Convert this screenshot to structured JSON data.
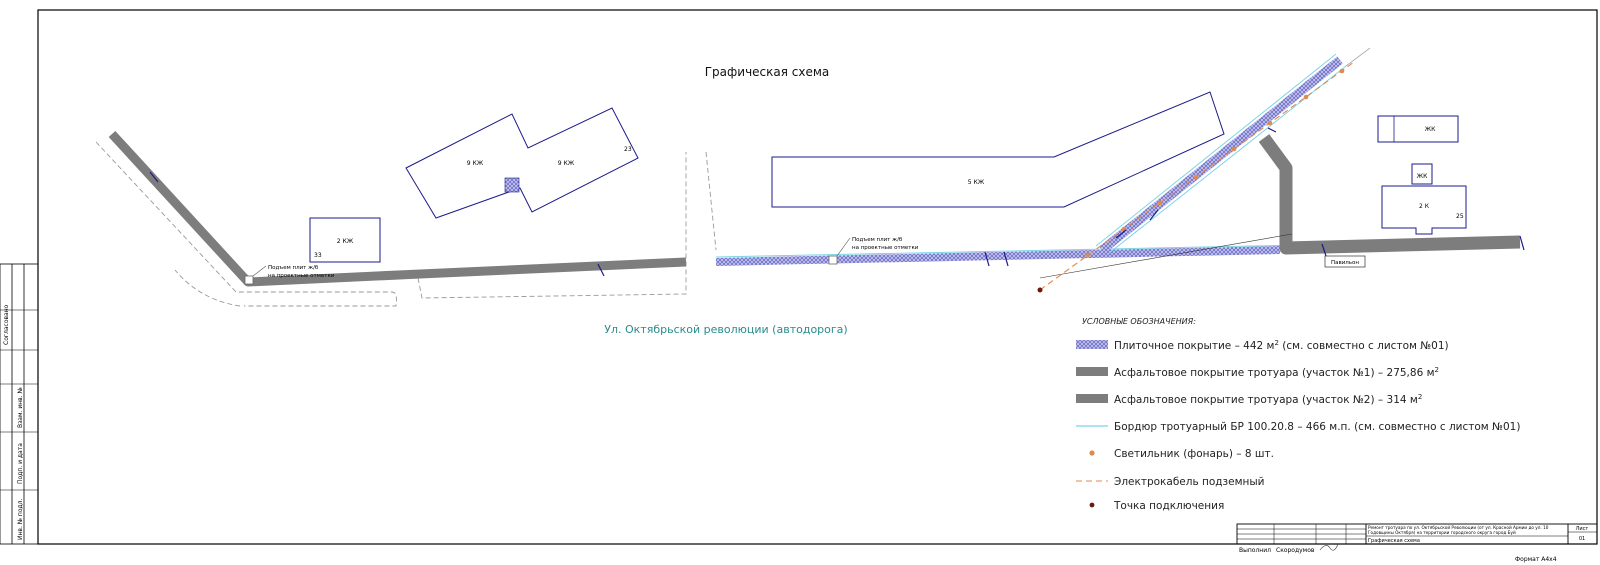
{
  "title": "Графическая схема",
  "street_label": "Ул. Октябрьской революции (автодорога)",
  "buildings": [
    {
      "label": "2 КЖ",
      "number": "33"
    },
    {
      "label_a": "9 КЖ",
      "label_b": "9 КЖ",
      "number": "23"
    },
    {
      "label": "5 КЖ"
    },
    {
      "label": "ЖК"
    },
    {
      "label": "ЖК"
    },
    {
      "label": "2 К",
      "number": "25"
    }
  ],
  "callouts": {
    "raise_1_line1": "Подъем плит ж/б",
    "raise_1_line2": "на проектные отметки",
    "raise_2_line1": "Подъем плит ж/б",
    "raise_2_line2": "на проектные отметки",
    "pavilion": "Павильон"
  },
  "legend": {
    "heading": "УСЛОВНЫЕ ОБОЗНАЧЕНИЯ:",
    "items": [
      {
        "text": "Плиточное покрытие – 442  м",
        "sup": "2",
        "tail": " (см. совместно с листом №01)",
        "color": "#8a8ad8"
      },
      {
        "text": "Асфальтовое покрытие тротуара (участок №1) – 275,86 м",
        "sup": "2",
        "tail": "",
        "color": "#7d7d7d"
      },
      {
        "text": "Асфальтовое покрытие тротуара (участок №2) – 314 м",
        "sup": "2",
        "tail": "",
        "color": "#7d7d7d"
      },
      {
        "text": "Бордюр тротуарный БР 100.20.8 – 466 м.п. (см. совместно с листом №01)",
        "sup": "",
        "tail": "",
        "color": "#7ed4e6"
      },
      {
        "text": "Светильник (фонарь) – 8 шт.",
        "sup": "",
        "tail": "",
        "color": "#e08a50"
      },
      {
        "text": "Электрокабель подземный",
        "sup": "",
        "tail": "",
        "color": "#e08a50"
      },
      {
        "text": "Точка подключения",
        "sup": "",
        "tail": "",
        "color": "#6b1a10"
      }
    ]
  },
  "stamp": {
    "side_top": "Согласовано",
    "side_1": "Взам. инв. №",
    "side_2": "Подп. и дата",
    "side_3": "Инв. № подл.",
    "performed": "Выполнил",
    "author": "Скородумов",
    "project_line1": "Ремонт тротуара по ул. Октябрьской Революции (от ул. Красной Армии до ул. 10",
    "project_line2": "Годовщины Октября) на территории городского округа город Буй",
    "sheet_name": "Графическая схема",
    "sheet_label": "Лист",
    "sheet_num": "01",
    "format": "Формат А4х4"
  },
  "colors": {
    "frame": "#000000",
    "building": "#1a1a8c",
    "asphalt": "#7d7d7d",
    "tile": "#8a8ad8",
    "curb": "#7ed4e6",
    "lamp": "#e08a50",
    "street_text": "#2a8c8c"
  }
}
